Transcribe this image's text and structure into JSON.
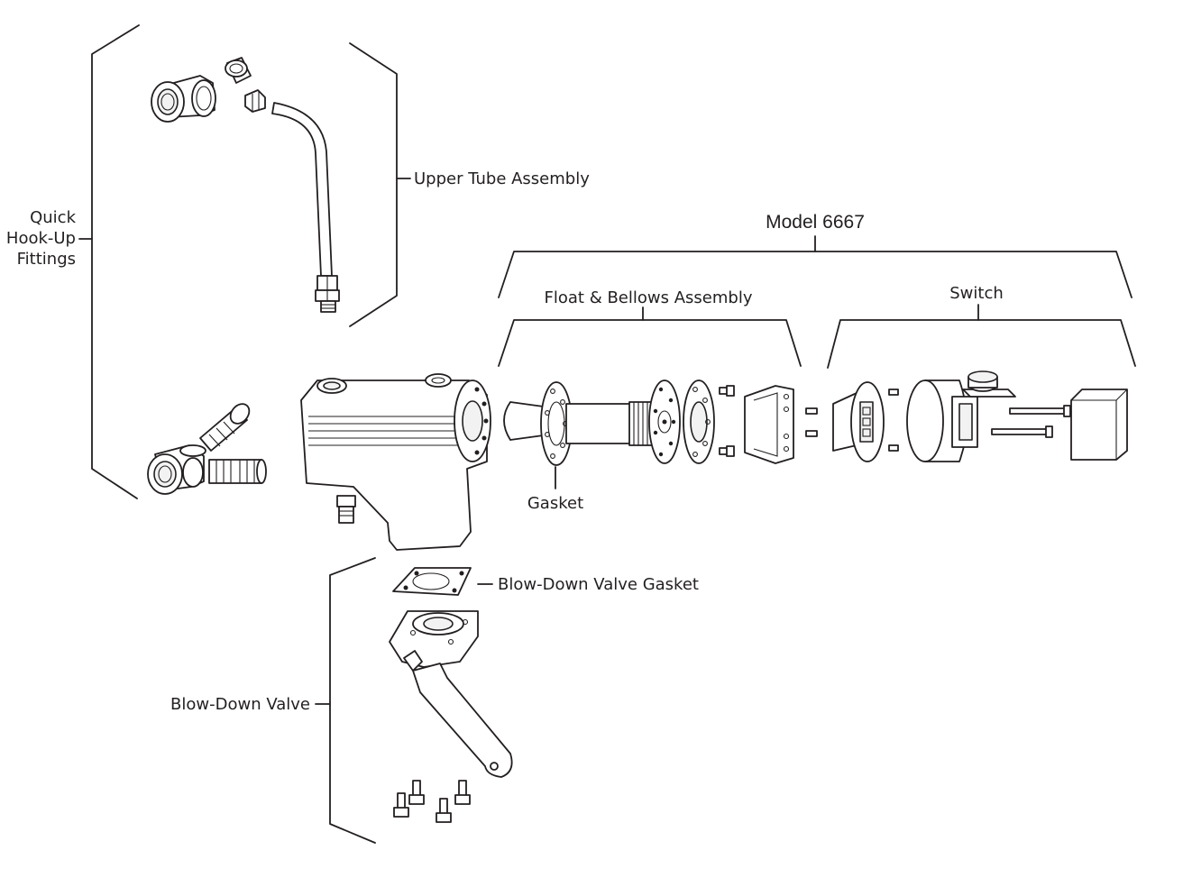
{
  "diagram": {
    "title": "Model 6667",
    "labels": {
      "quick_hookup": [
        "Quick",
        "Hook-Up",
        "Fittings"
      ],
      "upper_tube": "Upper Tube Assembly",
      "float_bellows": "Float & Bellows Assembly",
      "switch": "Switch",
      "gasket": "Gasket",
      "blowdown_gasket": "Blow-Down Valve Gasket",
      "blowdown_valve": "Blow-Down Valve"
    },
    "colors": {
      "line": "#231f20",
      "background": "#ffffff"
    }
  }
}
